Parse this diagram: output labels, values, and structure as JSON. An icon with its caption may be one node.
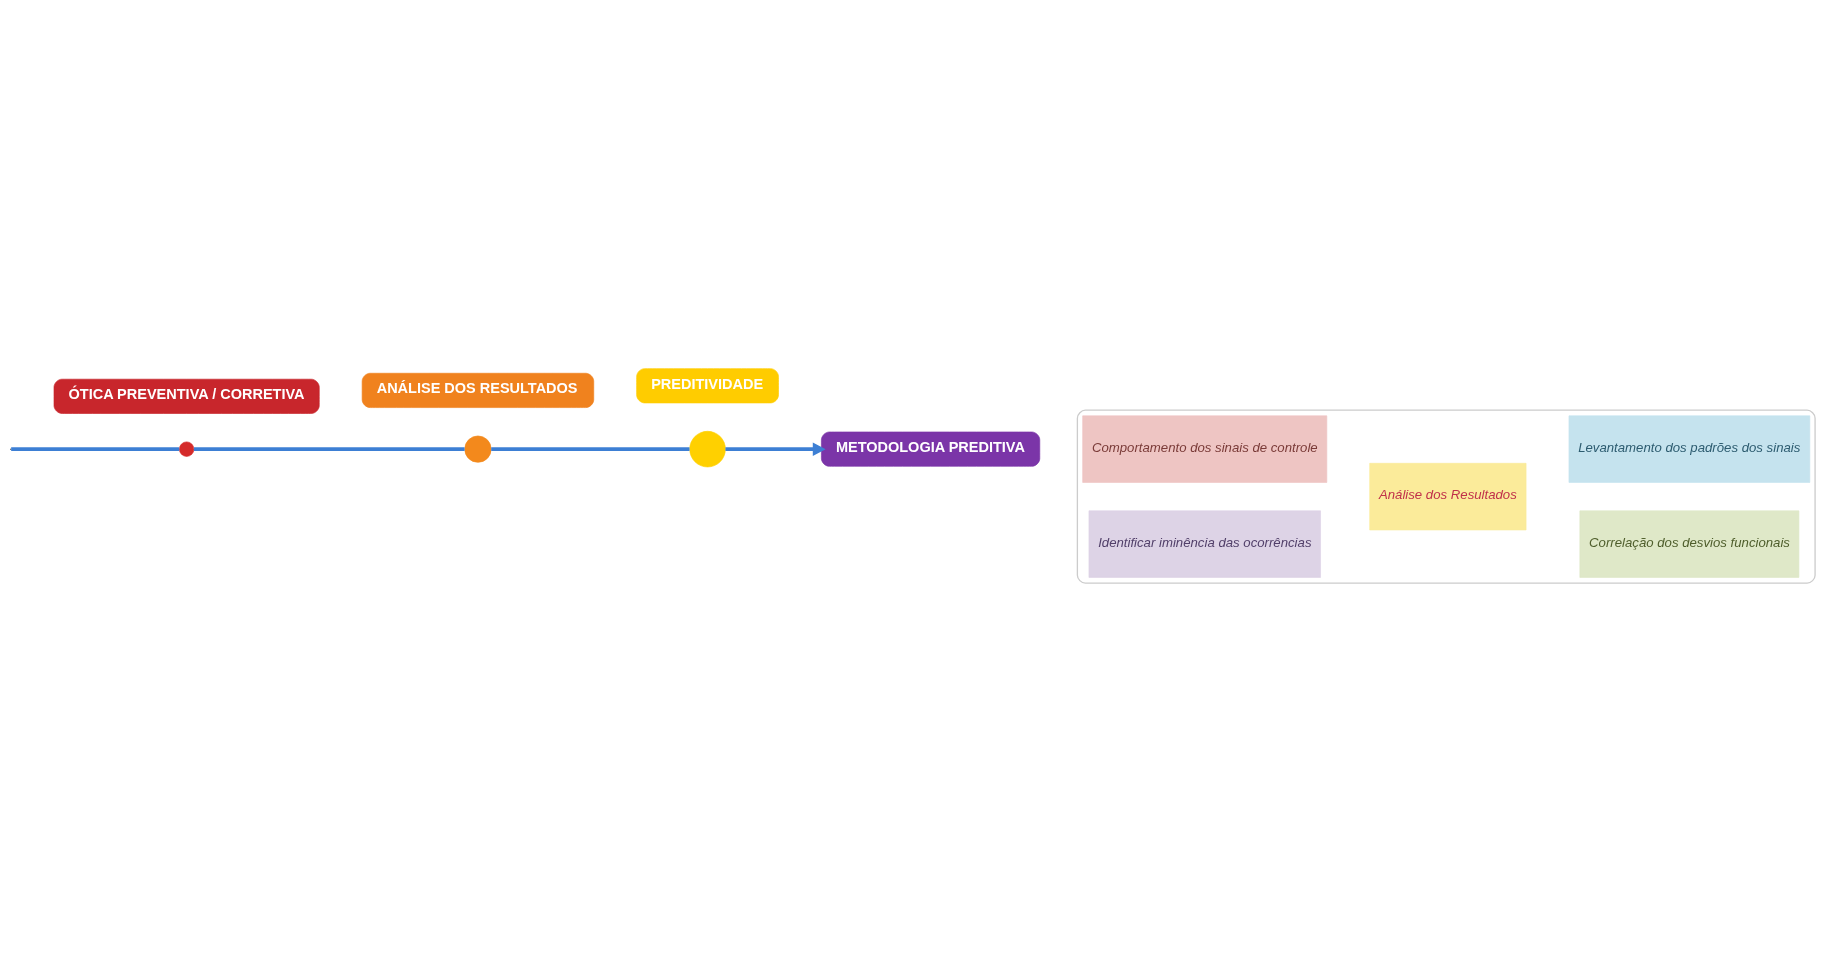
{
  "diagram": {
    "nodes": [
      {
        "text": [
          "ÓTICA PREVENTIVA / CORRETIVA"
        ]
      },
      {
        "text": [
          "ANÁLISE DOS RESULTADOS"
        ]
      },
      {
        "text": [
          "PREDITIVIDADE"
        ]
      },
      {
        "text": [
          "METODOLOGIA PREDITIVA"
        ]
      },
      {
        "text": [],
        "shape": "circle"
      },
      {
        "text": [],
        "shape": "circle"
      },
      {
        "text": [],
        "shape": "circle"
      },
      {
        "text": [],
        "shape": "box"
      },
      {
        "text": [
          "Comportamento dos sinais de controle"
        ],
        "in": 7
      },
      {
        "text": [
          "Correlação dos desvios funcionais"
        ],
        "in": 7
      },
      {
        "text": [
          "Identificar iminência das ocorrências"
        ],
        "in": 7
      },
      {
        "text": [
          "Levantamento dos padrões dos sinais"
        ],
        "in": 7
      },
      {
        "text": [
          "Análise dos Resultados"
        ],
        "in": 7
      }
    ],
    "edges": [
      {
        "from": null,
        "to": 4,
        "arrow": "none"
      },
      {
        "from": 4,
        "to": 5,
        "arrow": "none"
      },
      {
        "from": 5,
        "to": 6,
        "arrow": "none"
      },
      {
        "from": 6,
        "to": 3,
        "arrow": "to"
      }
    ]
  }
}
